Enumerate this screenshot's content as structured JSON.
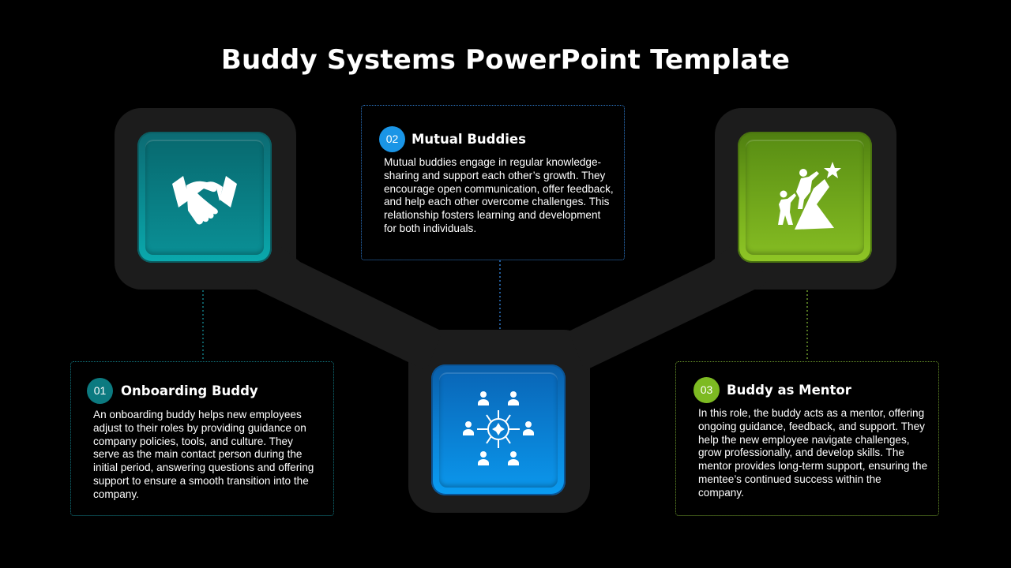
{
  "slide": {
    "title": "Buddy Systems PowerPoint Template"
  },
  "theme": {
    "background": "#000000",
    "connector_fill": "#1c1c1c",
    "teal": "#0a8c92",
    "blue": "#0b8fe6",
    "green": "#7db41f"
  },
  "tiles": {
    "left": {
      "icon": "handshake-icon",
      "color": "#0a8c92"
    },
    "center": {
      "icon": "team-network-icon",
      "color": "#0b8fe6"
    },
    "right": {
      "icon": "climbing-to-star-icon",
      "color": "#7db41f"
    }
  },
  "cards": {
    "onboarding": {
      "number": "01",
      "title": "Onboarding Buddy",
      "body": "An onboarding buddy helps new employees adjust to their roles by providing guidance on company policies, tools, and culture. They serve as the main contact person during the initial period, answering questions and offering support to ensure a smooth transition into the company."
    },
    "mutual": {
      "number": "02",
      "title": "Mutual Buddies",
      "body": "Mutual buddies engage in regular knowledge-sharing and support each other’s growth. They encourage open communication, offer feedback, and help each other overcome challenges. This relationship fosters learning and development for both individuals."
    },
    "mentor": {
      "number": "03",
      "title": "Buddy as Mentor",
      "body": "In this role, the buddy acts as a mentor, offering ongoing guidance, feedback, and support. They help the new employee navigate challenges, grow professionally, and develop skills. The mentor provides long-term support, ensuring the mentee’s continued success within the company."
    }
  }
}
